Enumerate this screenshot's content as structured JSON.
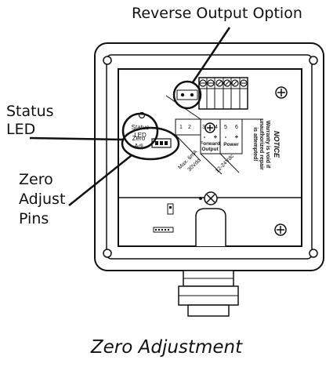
{
  "callouts": {
    "reverse_output": "Reverse Output Option",
    "status_led_line1": "Status",
    "status_led_line2": "LED",
    "zero_adjust_line1": "Zero",
    "zero_adjust_line2": "Adjust",
    "zero_adjust_line3": "Pins"
  },
  "board": {
    "status_led_line1": "Status",
    "status_led_line2": "LED",
    "zero_adj_line1": "Zero",
    "zero_adj_line2": "Adj",
    "terminal_numbers": [
      "1",
      "2",
      "3",
      "4",
      "5",
      "6"
    ],
    "forward_output_sign_minus": "-",
    "forward_output_sign_plus": "+",
    "forward_output_line1": "Forward",
    "forward_output_line2": "Output",
    "power_sign_minus": "-",
    "power_sign_plus": "+",
    "power_label": "Power",
    "max_current_line1": "Max. 6mA",
    "max_current_line2": "30Vdc",
    "supply_voltage": "12-24Vdc",
    "notice_title": "NOTICE",
    "notice_line1": "Warranty is void if",
    "notice_line2": "unauthorized repair",
    "notice_line3": "is attempted!"
  },
  "caption": "Zero Adjustment"
}
